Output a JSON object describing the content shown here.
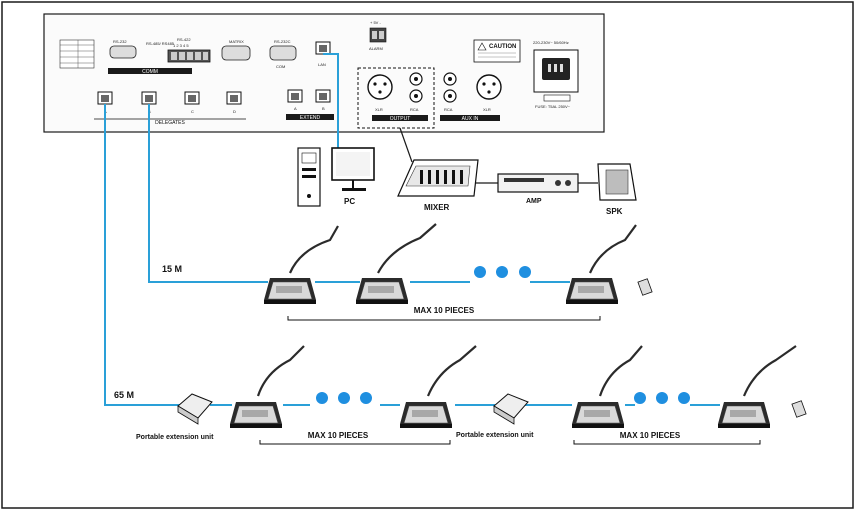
{
  "panel": {
    "ports": {
      "rs232": "RS-232",
      "rs422": "RS-422",
      "rs485": "RS-485/\nRS485",
      "rs422_pins": "1  2  3  4  5",
      "matrix": "MATRIX",
      "rs232c": "RS-232C",
      "com": "COM",
      "lan": "LAN",
      "alarm_voltage": "+  5V  -",
      "alarm": "ALARM",
      "xlr": "XLR",
      "rca": "RCA",
      "caution": "CAUTION",
      "power_spec": "220-230V~ 50/60Hz",
      "fuse": "FUSE: T5AL 250V~"
    },
    "groups": {
      "comm": "COMM",
      "delegates": "DELEGATES",
      "extend": "EXTEND",
      "output": "OUTPUT",
      "aux_in": "AUX IN"
    },
    "delegate_ports": [
      "A",
      "B",
      "C",
      "D"
    ],
    "extend_ports": [
      "A",
      "B"
    ]
  },
  "devices": {
    "pc": "PC",
    "mixer": "MIXER",
    "amp": "AMP",
    "spk": "SPK"
  },
  "chains": {
    "row1_distance": "15 M",
    "row1_max": "MAX 10 PIECES",
    "row2_distance": "65 M",
    "row2_max_left": "MAX 10 PIECES",
    "row2_max_right": "MAX 10 PIECES",
    "extension_unit_left": "Portable extension unit",
    "extension_unit_right": "Portable extension unit"
  },
  "colors": {
    "cable": "#2aa0d8",
    "dots": "#1f8fe0",
    "outline": "#1a1a1a"
  }
}
